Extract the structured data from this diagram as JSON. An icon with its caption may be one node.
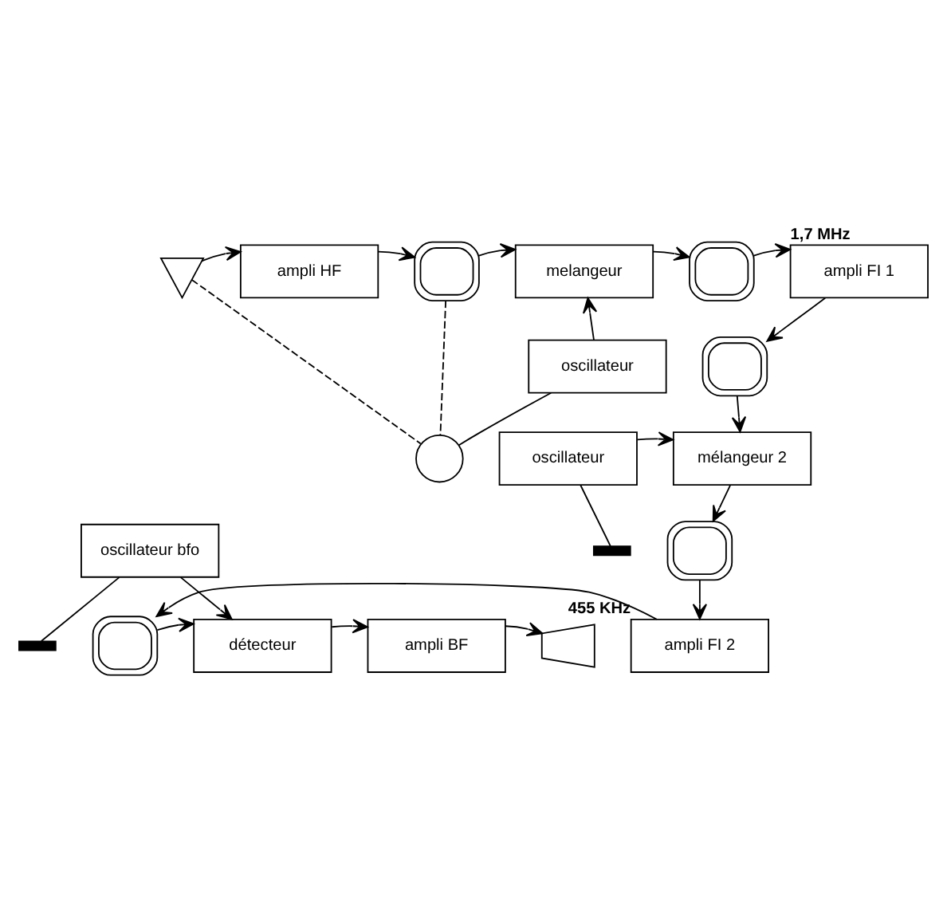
{
  "diagram": {
    "nodes": [
      {
        "text": [],
        "shape": "antenna"
      },
      {
        "text": [
          "ampli HF"
        ]
      },
      {
        "text": [],
        "shape": "transformer"
      },
      {
        "text": [
          "melangeur"
        ]
      },
      {
        "text": [],
        "shape": "transformer"
      },
      {
        "text": [
          "ampli FI 1"
        ],
        "beside": [
          "1,7 MHz"
        ]
      },
      {
        "text": [
          "oscillateur"
        ]
      },
      {
        "text": [],
        "shape": "tank"
      },
      {
        "text": [],
        "shape": "transformer"
      },
      {
        "text": [
          "oscillateur"
        ]
      },
      {
        "text": [
          "mélangeur 2"
        ]
      },
      {
        "text": [],
        "shape": "capacitor"
      },
      {
        "text": [],
        "shape": "transformer"
      },
      {
        "text": [
          "oscillateur bfo"
        ]
      },
      {
        "text": [],
        "shape": "capacitor"
      },
      {
        "text": [],
        "shape": "speaker"
      },
      {
        "text": [
          "ampli BF"
        ]
      },
      {
        "text": [
          "détecteur"
        ]
      },
      {
        "text": [],
        "shape": "transformer"
      },
      {
        "text": [
          "ampli FI 2"
        ],
        "beside": [
          "455 KHz"
        ]
      }
    ],
    "edges": [
      {
        "from": 0,
        "to": 1,
        "arrow": "to"
      },
      {
        "from": 1,
        "to": 2,
        "arrow": "to"
      },
      {
        "from": 2,
        "to": 3,
        "arrow": "to"
      },
      {
        "from": 3,
        "to": 4,
        "arrow": "to"
      },
      {
        "from": 4,
        "to": 5,
        "arrow": "to"
      },
      {
        "from": 6,
        "to": 3,
        "arrow": "to"
      },
      {
        "from": 6,
        "to": 7,
        "arrow": "none"
      },
      {
        "from": 0,
        "to": 7,
        "arrow": "none",
        "style": "dashed"
      },
      {
        "from": 2,
        "to": 7,
        "arrow": "none",
        "style": "dashed"
      },
      {
        "from": 5,
        "to": 8,
        "arrow": "to"
      },
      {
        "from": 8,
        "to": 10,
        "arrow": "to"
      },
      {
        "from": 9,
        "to": 10,
        "arrow": "to"
      },
      {
        "from": 9,
        "to": 11,
        "arrow": "none"
      },
      {
        "from": 10,
        "to": 12,
        "arrow": "to"
      },
      {
        "from": 12,
        "to": 19,
        "arrow": "to"
      },
      {
        "from": 19,
        "to": 18,
        "arrow": "to"
      },
      {
        "from": 18,
        "to": 17,
        "arrow": "to"
      },
      {
        "from": 13,
        "to": 17,
        "arrow": "to"
      },
      {
        "from": 13,
        "to": 14,
        "arrow": "none"
      },
      {
        "from": 17,
        "to": 16,
        "arrow": "to"
      },
      {
        "from": 16,
        "to": 15,
        "arrow": "to"
      }
    ]
  }
}
